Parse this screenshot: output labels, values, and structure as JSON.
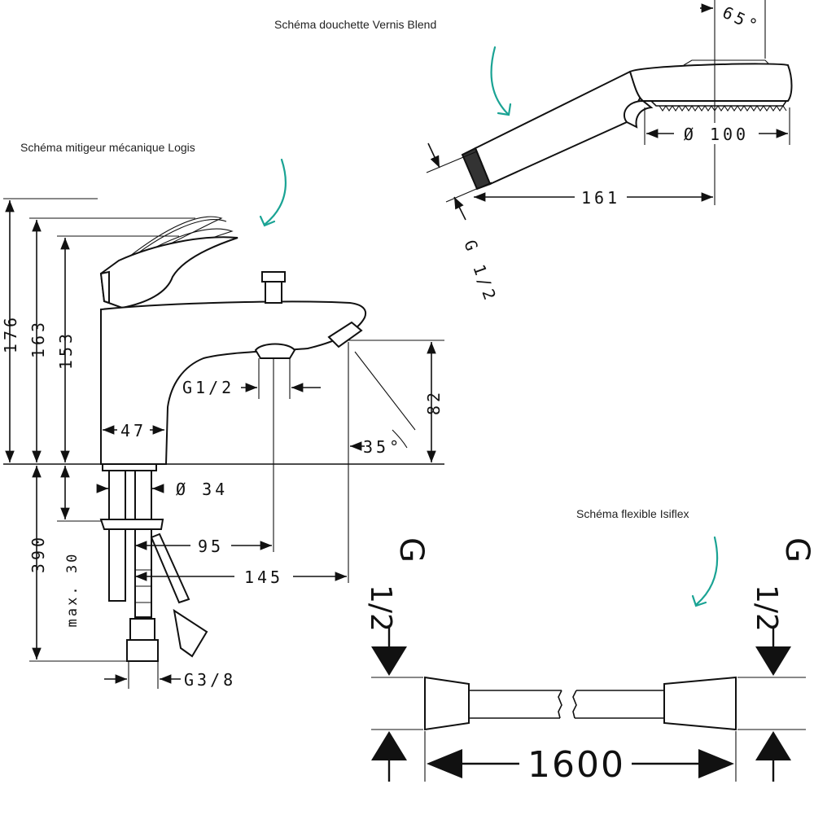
{
  "captions": {
    "mixer": "Schéma mitigeur mécanique Logis",
    "handshower": "Schéma douchette Vernis Blend",
    "hose": "Schéma flexible Isiflex"
  },
  "mixer_dims": {
    "h176": "176",
    "h163": "163",
    "h153": "153",
    "w47": "47",
    "g12": "G1/2",
    "h82": "82",
    "a35": "35°",
    "d34": "Ø 34",
    "h390": "390",
    "max30": "max. 30",
    "w95": "95",
    "w145": "145",
    "g38": "G3/8"
  },
  "handshower_dims": {
    "a65": "65°",
    "d100": "Ø 100",
    "l161": "161",
    "g12": "G 1/2"
  },
  "hose_dims": {
    "length": "1600",
    "g_left": "G",
    "frac_left": "1/2",
    "g_right": "G",
    "frac_right": "1/2"
  },
  "colors": {
    "arrow_accent": "#1aa394",
    "line": "#111111"
  }
}
